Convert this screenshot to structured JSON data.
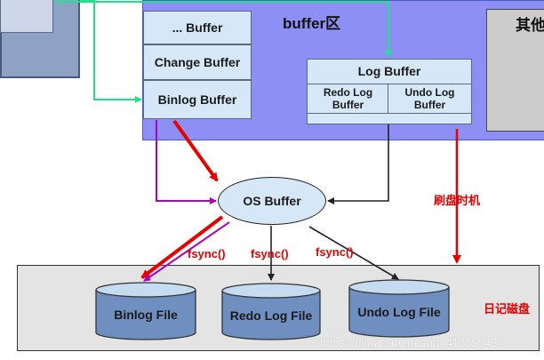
{
  "buffer_area": {
    "title": "buffer区",
    "other_title": "其他",
    "stack": [
      "... Buffer",
      "Change Buffer",
      "Binlog Buffer"
    ],
    "log_buffer": {
      "title": "Log Buffer",
      "redo": "Redo Log Buffer",
      "undo": "Undo Log Buffer"
    }
  },
  "os_buffer": "OS Buffer",
  "labels": {
    "flush_timing": "刷盘时机",
    "fsync": "fsync()",
    "log_disk": "日记磁盘"
  },
  "disk_files": [
    "Binlog File",
    "Redo Log File",
    "Undo Log File"
  ],
  "watermark": "https://blog.csdn.net/qq_41055045",
  "colors": {
    "buffer_area": "#8e8ff5",
    "cell_fill": "#d6e8f8",
    "green_arrow": "#1de38a",
    "purple_arrow": "#b000c0",
    "red": "#e60000",
    "disk_area": "#e4e4e4"
  }
}
